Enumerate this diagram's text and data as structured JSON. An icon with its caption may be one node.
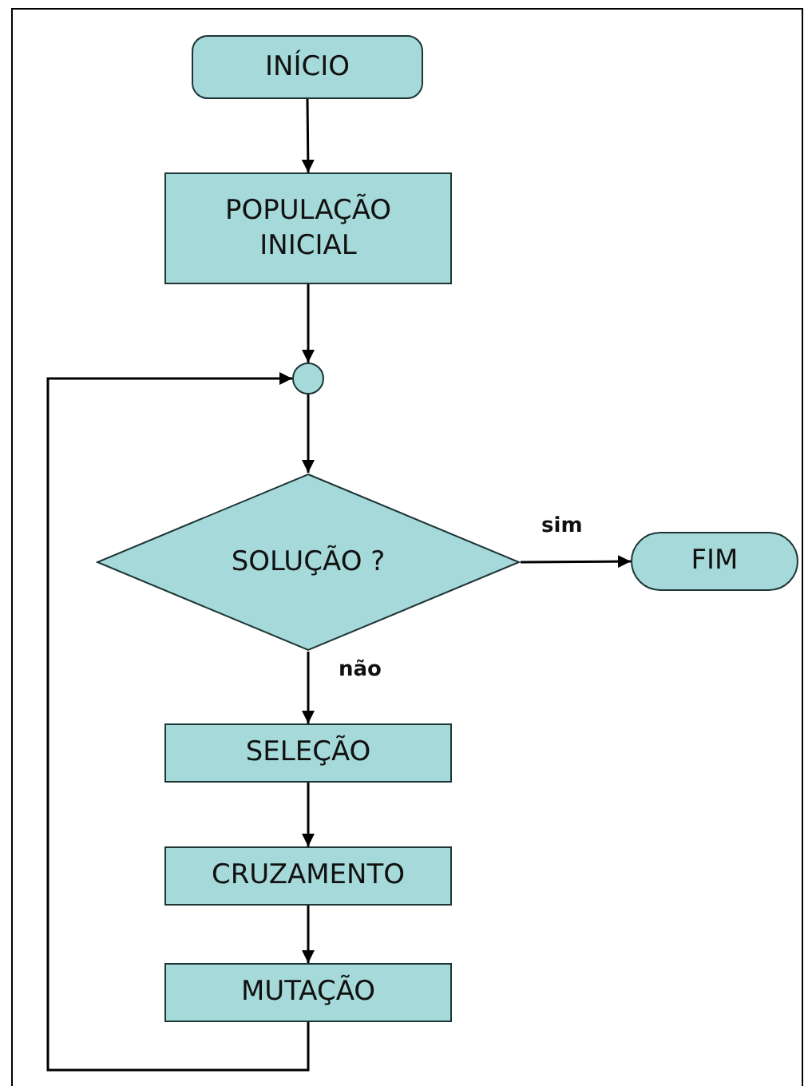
{
  "diagram": {
    "nodes": [
      {
        "text": [
          "INÍCIO"
        ]
      },
      {
        "text": [
          "POPULAÇÃO INICIAL"
        ]
      },
      {
        "text": [],
        "shape": "circle"
      },
      {
        "text": [
          "SOLUÇÃO ?"
        ]
      },
      {
        "text": [
          "FIM"
        ]
      },
      {
        "text": [
          "SELEÇÃO"
        ]
      },
      {
        "text": [
          "CRUZAMENTO"
        ]
      },
      {
        "text": [
          "MUTAÇÃO"
        ]
      }
    ],
    "edges": [
      {
        "from": 0,
        "to": 1,
        "arrow": "to"
      },
      {
        "from": 1,
        "to": 2,
        "arrow": "to"
      },
      {
        "from": 2,
        "to": 3,
        "arrow": "to"
      },
      {
        "from": 3,
        "to": 4,
        "arrow": "to",
        "label": "sim"
      },
      {
        "from": 3,
        "to": 5,
        "arrow": "to",
        "label": "não"
      },
      {
        "from": 5,
        "to": 6,
        "arrow": "to"
      },
      {
        "from": 6,
        "to": 7,
        "arrow": "to"
      },
      {
        "from": 7,
        "to": 2,
        "arrow": "to"
      }
    ]
  }
}
